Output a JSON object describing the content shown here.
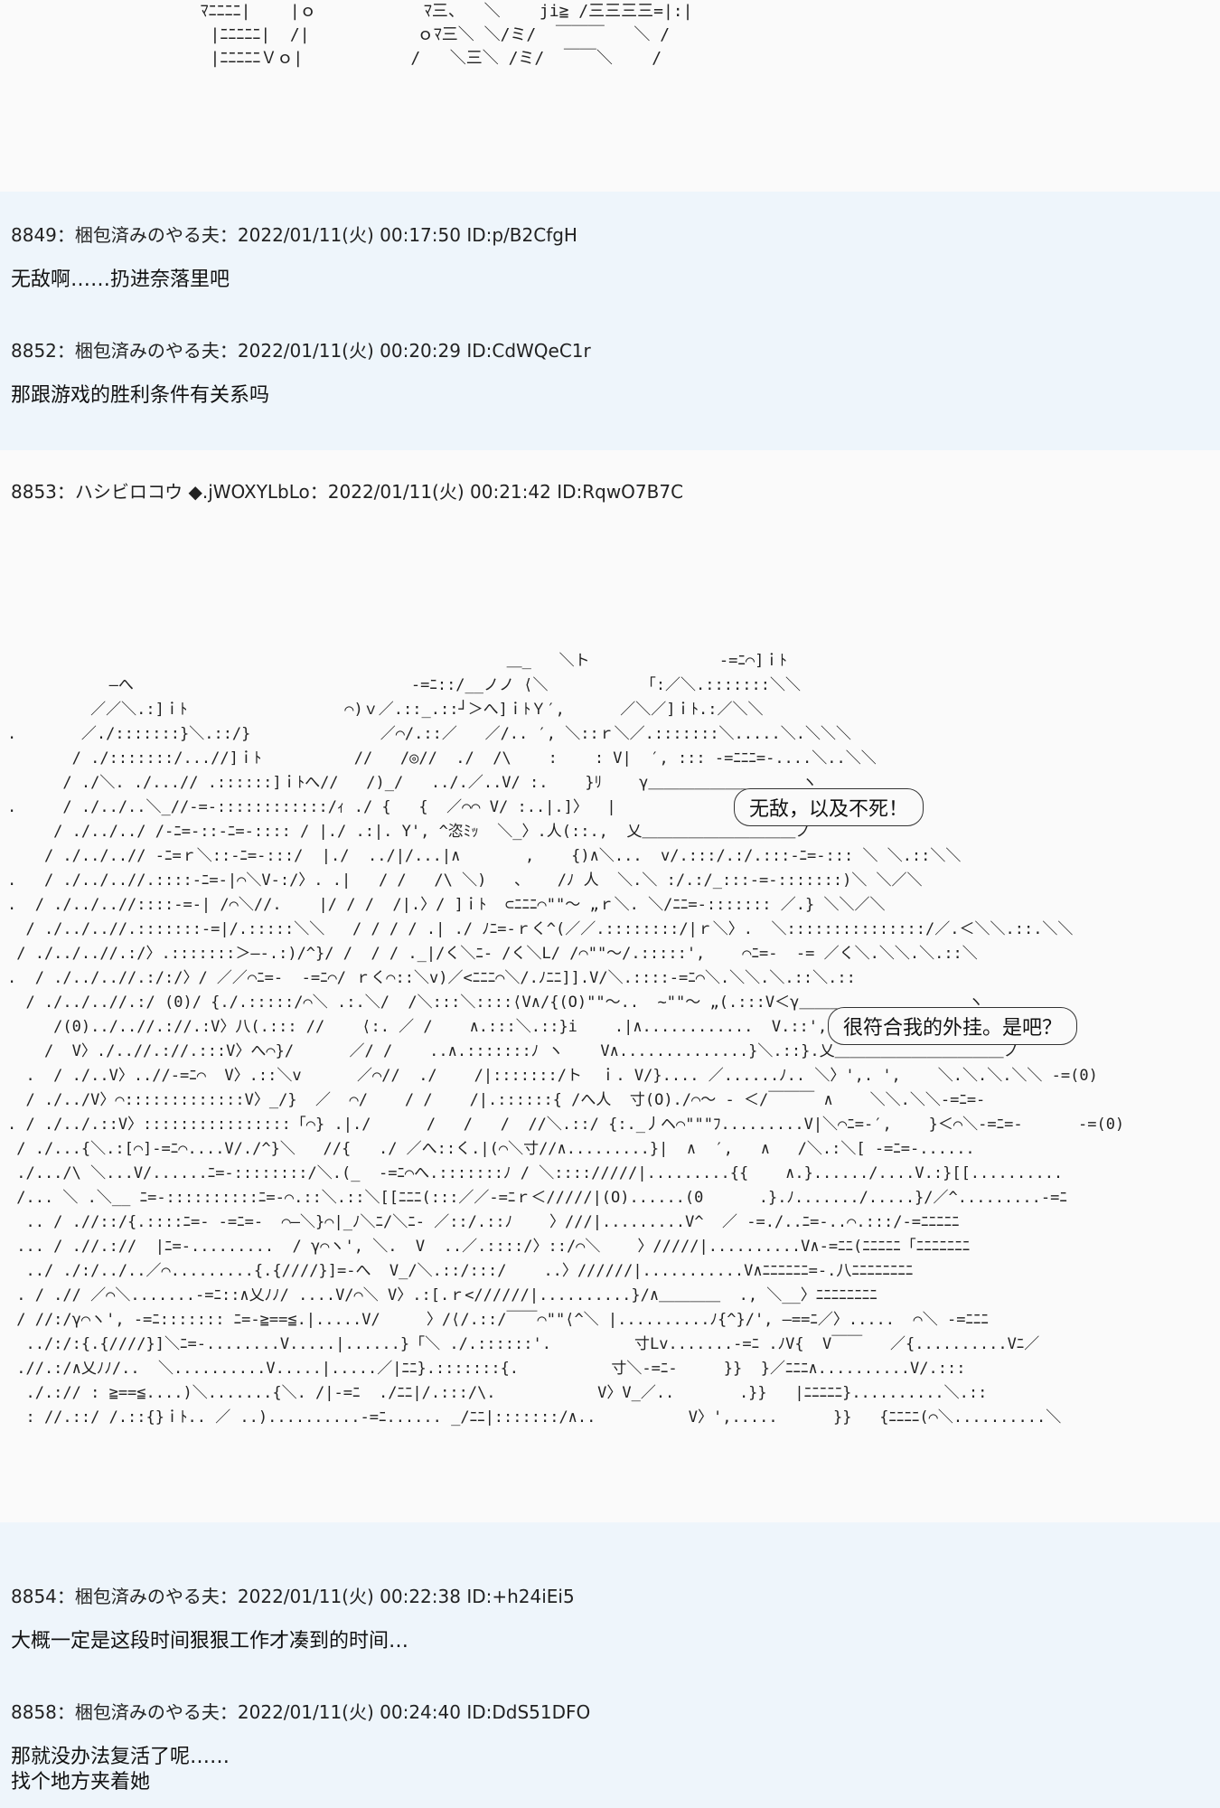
{
  "art_top": "  ﾏﾆﾆﾆﾆ|    |ｏ           ﾏ三、  ＼    ji≧ /三三三三=|:|\n   |ﾆﾆﾆﾆﾆ|  /|           ｏﾏ三＼ ＼/ミ/  ￣￣￣   ＼ /\n   |ﾆﾆﾆﾆﾆＶｏ|           /   ＼三＼ /ミ/  ￣￣＼    /",
  "posts": [
    {
      "header": "8849：梱包済みのやる夫：2022/01/11(火) 00:17:50 ID:p/B2CfgH",
      "body": "无敌啊……扔进奈落里吧"
    },
    {
      "header": "8852：梱包済みのやる夫：2022/01/11(火) 00:20:29 ID:CdWQeC1r",
      "body": "那跟游戏的胜利条件有关系吗"
    },
    {
      "header": "8853：ハシビロコウ ◆.jWOXYLbLo：2022/01/11(火) 00:21:42 ID:RqwO7B7C",
      "body": ""
    },
    {
      "header": "8854：梱包済みのやる夫：2022/01/11(火) 00:22:38 ID:+h24iEi5",
      "body": "大概一定是这段时间狠狠工作才凑到的时间…"
    },
    {
      "header": "8858：梱包済みのやる夫：2022/01/11(火) 00:24:40 ID:DdS51DFO",
      "body": "那就没办法复活了呢……\n找个地方夹着她"
    }
  ],
  "bubbles": {
    "first": "无敌，以及不死！",
    "second": "很符合我的外挂。是吧？"
  },
  "art_main": "                                                      ＿_   ＼ト              -=ﾆ⌒]ｉﾄ\n           ―へ                              -=ﾆ::/__ノノ ⟨＼          「:／＼.:::::::＼＼\n         ／／＼.:]ｉﾄ                 ⌒)ｖ／.::_.::┘＞へ]ｉﾄＹ′,      ／＼／]ｉﾄ.:／＼＼\n.       ／./:::::::}＼.::/}              ／⌒/.::／   ／/.. ′, ＼::ｒ＼／.:::::::＼.....＼.＼＼＼\n       / ./:::::::/...//]ｉﾄ          //   /◎//  ./  /\\    :    : V|  ′, ::: -=ﾆﾆﾆ=-....＼..＼＼\n      / ./＼. ./...// .::::::]ｉﾄへ//   /)_/   ../.／..V/ :.    }ﾘ    γ＿＿＿＿＿＿＿＿＿＿ヽ\n.     / ./../..＼_//-=-::::::::::::/ｨ ./ {   {  ／⌒⌒ V/ :..|.]〉  |                     |\n     / ./../../ /-ﾆ=-::-ﾆ=-:::: / |./ .:|. Y', ^恣ﾐｯ  ＼_〉.人(::.,  乂＿＿＿＿＿＿＿＿＿＿ノ\n    / ./../..// -ﾆ=ｒ＼::-ﾆ=-:::/  |./  ../|/...|∧       ,    {)∧＼...  v/.:::/.:/.:::-ﾆ=-::: ＼ ＼.::＼＼\n.   / ./../..//.::::-ﾆ=-|⌒＼V-:/〉. .|   / /   /\\ ＼)   、   /ﾉ 人  ＼.＼ :/.:/_:::-=-:::::::)＼ ＼／＼\n.  / ./../..//::::-=-| /⌒＼//.    |/ / /  /|.〉/ ]ｉﾄ  ⊂ﾆﾆﾆ⌒\"\"～ „ｒ＼. ＼/ﾆﾆ=-::::::: ／.} ＼＼／＼\n  / ./../..//.:::::::-=|/.:::::＼＼   / / / / .| ./ ﾉﾆ=-ｒく^(／／.::::::::/|ｒ＼〉.  ＼:::::::::::::::/／.＜＼＼.::.＼＼\n / ./../..//.:/〉.:::::::＞―-.:)/^}/ /  / / ._|/く＼ﾆ- /く＼L/ /⌒\"\"～/.:::::',    ⌒ﾆ=-  -= ／く＼.＼＼.＼.::＼\n.  / ./../..//.:/:/〉/ ／／⌒ﾆ=-  -=ﾆ⌒/ ｒく⌒::＼v)／<ﾆﾆﾆ⌒＼/.ﾉﾆﾆ]].V/＼.::::-=ﾆ⌒＼.＼＼.＼.::＼.::\n  / ./../..//.:/ (0)/ {./.:::::/⌒＼ .:.＼/  /＼:::＼::::⟨V∧/{(O)\"\"～..  ~\"\"～ „(.:::V＜γ＿＿＿＿＿＿＿＿＿＿＿ヽ\n     /(0)../..//.://.:V〉八(.::: //    ⟨:. ／ /    ∧.:::＼.::}i    .|∧............  V.::', |                     |\n    /  V〉./..//.://.:::V〉へ⌒}/      ／/ /    ..∧.:::::::ﾉ ヽ    V∧..............}＼.::}.乂＿＿＿＿＿＿＿＿＿＿＿ノ\n  .  / ./..V〉..//-=ﾆ⌒  V〉.::＼v      ／⌒//  ./    /|:::::::/ト  ｉ. V/}.... ／......ﾉ.. ＼〉',. ',    ＼.＼.＼.＼＼ -=(0)\n  / ./../V〉⌒:::::::::::::V〉_/}  ／  ⌒/    / /    /|.::::::{ /へ人  寸(O)./⌒～ - ＜/￣￣￣ ∧    ＼＼.＼＼-=ﾆ=-\n. / ./../.::V〉::::::::::::::::「⌒} .|./      /   /   /  //＼.::/ {:._丿ヘ⌒\"\"\"ﾌ.........V|＼⌒ﾆ=-′,    }＜⌒＼-=ﾆ=-      -=(0)\n / ./...{＼.:[⌒]-=ﾆ⌒....V/./^}＼   //{   ./ ／へ::く.|(⌒＼寸//∧.........}|  ∧  ′,   ∧   /＼.:＼[ -=ﾆ=-......\n ./.../\\ ＼...V/......ﾆ=-::::::::/＼.(_  -=ﾆ⌒へ.:::::::ﾉ / ＼:::://///|.........{{    ∧.}....../....V.:}[[..........\n /... ＼ .＼__ ﾆ=-::::::::::ﾆ=-⌒.::＼.::＼[[ﾆﾆﾆ(:::／／-=ﾆｒ＜/////|(O)......(0      .}.ﾉ......./.....}/／^.........-=ﾆ\n  .. / .//::/{.::::ﾆ=- -=ﾆ=-  ⌒―＼}⌒|_ﾉ＼ﾆ/＼ﾆ- ／::/.::ﾉ    〉///|.........V^  ／ -=./..ﾆ=-..⌒.:::/-=ﾆﾆﾆﾆﾆ\n ... / .//.://  |ﾆ=-.........  / γ⌒ヽ', ＼.  V  ..／.::::/〉::/⌒＼    〉/////|..........V∧-=ﾆﾆ(ﾆﾆﾆﾆﾆ「ﾆﾆﾆﾆﾆﾆﾆ\n  ../ ./:/../..／⌒.........{.{////}]=-へ  V_/＼.::/:::/    ..〉//////|...........V∧ﾆﾆﾆﾆﾆﾆ=-.八ﾆﾆﾆﾆﾆﾆﾆﾆ\n . / .// ／⌒＼.......-=ﾆ::∧乂ﾉﾉ/ ....V/⌒＼ V〉.:[.ｒ<//////|..........}/∧＿＿＿＿  ., ＼__〉ﾆﾆﾆﾆﾆﾆﾆﾆ\n / //:/γ⌒ヽ', -=ﾆ::::::: ﾆ=-≧==≦.|.....V/     〉/⟨/.::/￣￣⌒\"\"⟨^＼ |..........ﾉ{^}/', ―==ﾆ／〉.....  ⌒＼ -=ﾆﾆﾆ\n  ../:/:{.{////}]＼ﾆ=-........V.....|......}「＼ ./.::::::'.         寸Lv.......-=ﾆ .ﾉV{  V￣￣   ／{..........Vﾆ／\n .//.:/∧乂ﾉﾉ/..  ＼..........V.....|.....／|ﾆﾆ}.:::::::{.          寸＼-=ﾆ-     }}  }／ﾆﾆﾆ∧..........V/.:::\n  ./.:// : ≧==≦....)＼.......{＼. /|-=ﾆ  ./ﾆﾆ|/.:::/\\.           V〉V_／..       .}}   |ﾆﾆﾆﾆﾆ}..........＼.::\n  : //.::/ /.::{}ｉﾄ.. ／ ..)..........-=ﾆ...... _/ﾆﾆ|:::::::/∧..          V〉',.....      }}   {ﾆﾆﾆﾆ(⌒＼..........＼"
}
